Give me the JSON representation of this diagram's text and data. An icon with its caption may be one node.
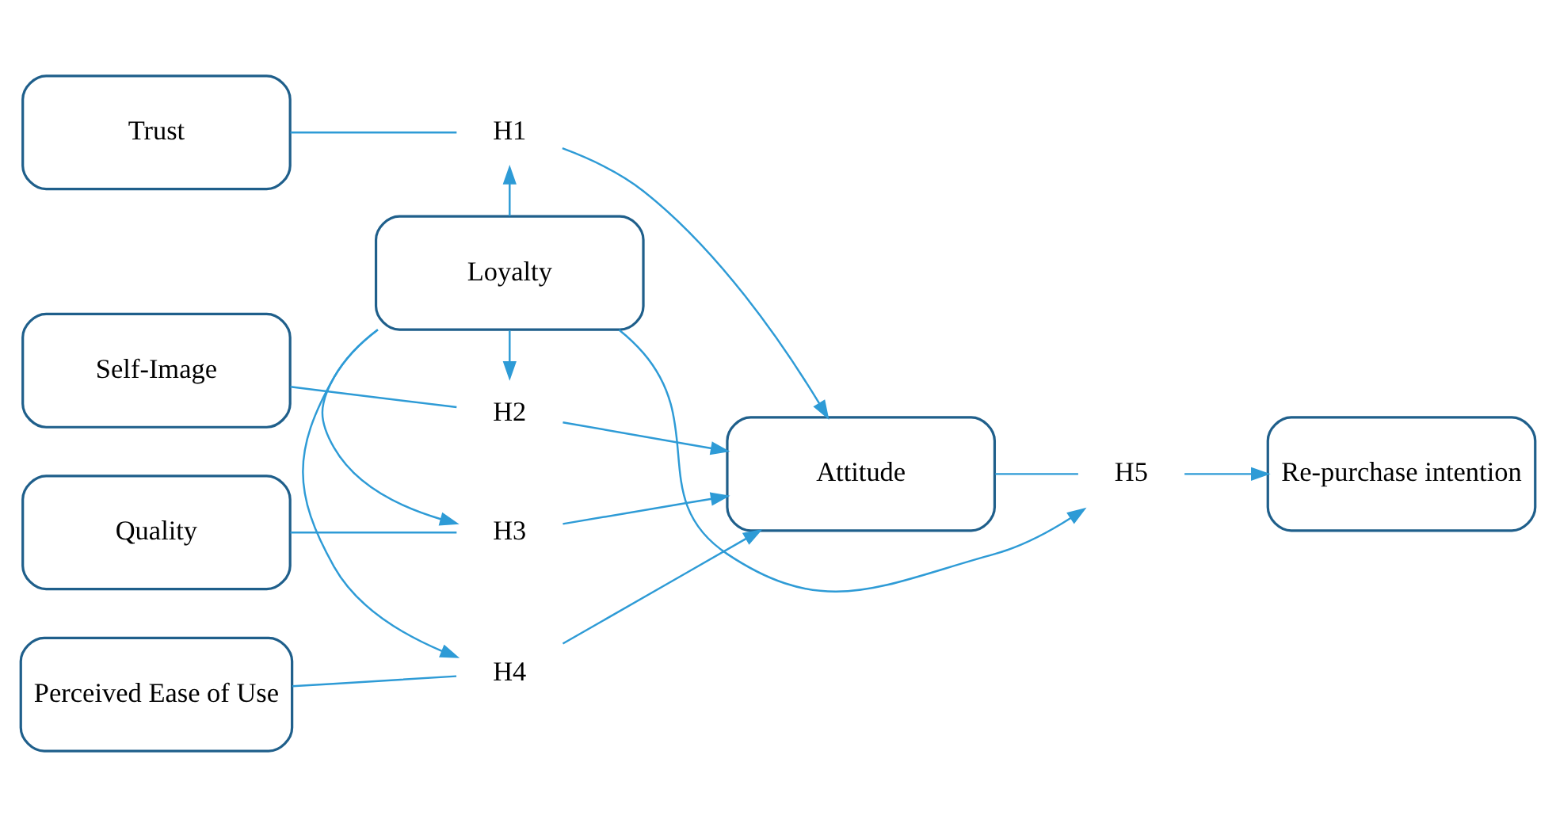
{
  "diagram": {
    "nodes": [
      {
        "text": [
          "Trust"
        ]
      },
      {
        "text": [
          "Loyalty"
        ]
      },
      {
        "text": [
          "H1"
        ]
      },
      {
        "text": [
          "Self-Image"
        ]
      },
      {
        "text": [
          "H2"
        ]
      },
      {
        "text": [
          "Attitude"
        ]
      },
      {
        "text": [
          "H5"
        ]
      },
      {
        "text": [
          "Re-purchase intention"
        ]
      },
      {
        "text": [
          "H3"
        ]
      },
      {
        "text": [
          "Quality"
        ]
      },
      {
        "text": [
          "H4"
        ]
      },
      {
        "text": [
          "Perceived Ease of Use"
        ]
      }
    ],
    "edges": [
      {
        "from": 0,
        "to": 2,
        "arrow": "none"
      },
      {
        "from": 2,
        "to": 5,
        "arrow": "to"
      },
      {
        "from": 3,
        "to": 4,
        "arrow": "none"
      },
      {
        "from": 4,
        "to": 5,
        "arrow": "to"
      },
      {
        "from": 9,
        "to": 8,
        "arrow": "none"
      },
      {
        "from": 8,
        "to": 5,
        "arrow": "to"
      },
      {
        "from": 11,
        "to": 10,
        "arrow": "none"
      },
      {
        "from": 10,
        "to": 5,
        "arrow": "to"
      },
      {
        "from": 5,
        "to": 6,
        "arrow": "none"
      },
      {
        "from": 6,
        "to": 7,
        "arrow": "to"
      },
      {
        "from": 1,
        "to": 2,
        "arrow": "to"
      },
      {
        "from": 1,
        "to": 4,
        "arrow": "to"
      },
      {
        "from": 1,
        "to": 8,
        "arrow": "to"
      },
      {
        "from": 1,
        "to": 10,
        "arrow": "to"
      },
      {
        "from": 1,
        "to": 6,
        "arrow": "to"
      }
    ]
  }
}
